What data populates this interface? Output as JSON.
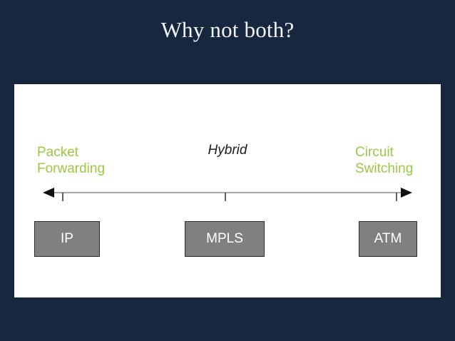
{
  "slide": {
    "title": "Why not both?",
    "background_color": "#17273f",
    "panel_color": "#ffffff"
  },
  "diagram": {
    "accent_green": "#9ac943",
    "box_fill": "#808080",
    "box_border": "#2b2b2b",
    "box_text_color": "#ffffff",
    "axis_line_color": "#8c8c8c",
    "connector_color": "#3a3a3a",
    "left_label": "Packet\nForwarding",
    "right_label": "Circuit\nSwitching",
    "center_label": "Hybrid",
    "arrow_left_icon": "arrow-left-icon",
    "arrow_right_icon": "arrow-right-icon",
    "nodes": [
      {
        "id": "ip",
        "label": "IP"
      },
      {
        "id": "mpls",
        "label": "MPLS"
      },
      {
        "id": "atm",
        "label": "ATM"
      }
    ]
  }
}
